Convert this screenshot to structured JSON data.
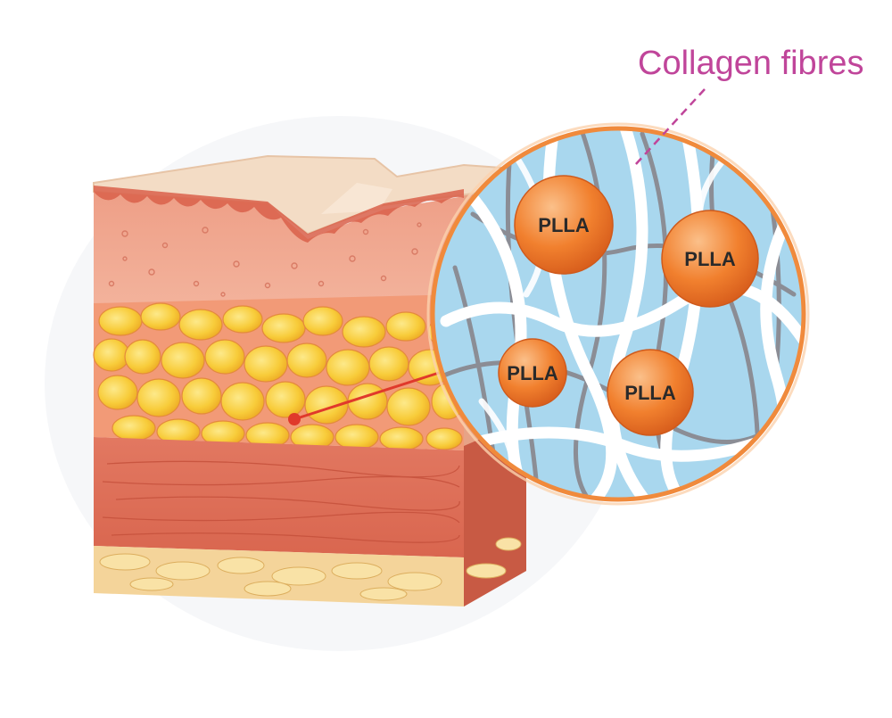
{
  "annotation": {
    "label": "Collagen fibres"
  },
  "magnified_view": {
    "particles": [
      {
        "label": "PLLA"
      },
      {
        "label": "PLLA"
      },
      {
        "label": "PLLA"
      },
      {
        "label": "PLLA"
      }
    ]
  },
  "colors": {
    "label_magenta": "#c0459a",
    "callout_orange": "#f08a3c",
    "epidermis": "#f2d6bc",
    "dermis": "#f0a48a",
    "fat": "#f7c535",
    "muscle": "#de6e55",
    "interstitial_blue": "#a9d7ee",
    "particle": "#f07a2a"
  }
}
